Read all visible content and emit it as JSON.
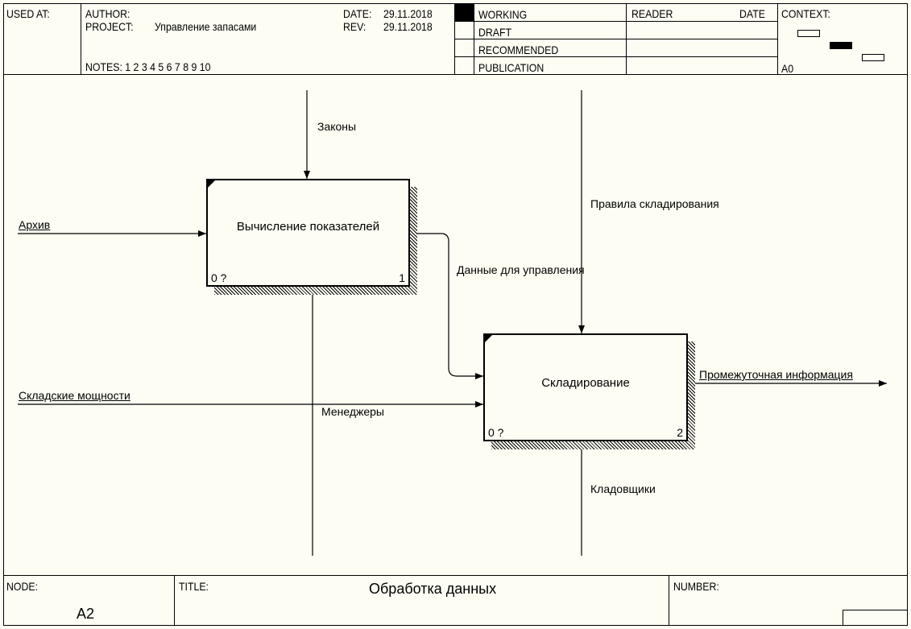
{
  "header": {
    "used_at": "USED AT:",
    "author": "AUTHOR:",
    "project_label": "PROJECT:",
    "project_value": "Управление запасами",
    "notes": "NOTES: 1 2 3 4 5 6 7 8 9 10",
    "date_label": "DATE:",
    "date_value": "29.11.2018",
    "rev_label": "REV:",
    "rev_value": "29.11.2018",
    "status": [
      "WORKING",
      "DRAFT",
      "RECOMMENDED",
      "PUBLICATION"
    ],
    "reader": "READER",
    "date_col": "DATE",
    "context": "CONTEXT:",
    "context_node": "A0"
  },
  "boxes": [
    {
      "title": "Вычисление показателей",
      "left_num": "0 ?",
      "right_num": "1"
    },
    {
      "title": "Складирование",
      "left_num": "0 ?",
      "right_num": "2"
    }
  ],
  "arrows": {
    "zakony": "Законы",
    "arkhiv": "Архив",
    "pravila": "Правила складирования",
    "dannye": "Данные для управления",
    "moschnosti": "Складские мощности",
    "menedzhery": "Менеджеры",
    "promezhut": "Промежуточная информация",
    "kladovschiki": "Кладовщики"
  },
  "footer": {
    "node_label": "NODE:",
    "node_value": "A2",
    "title_label": "TITLE:",
    "title_value": "Обработка данных",
    "number_label": "NUMBER:"
  }
}
